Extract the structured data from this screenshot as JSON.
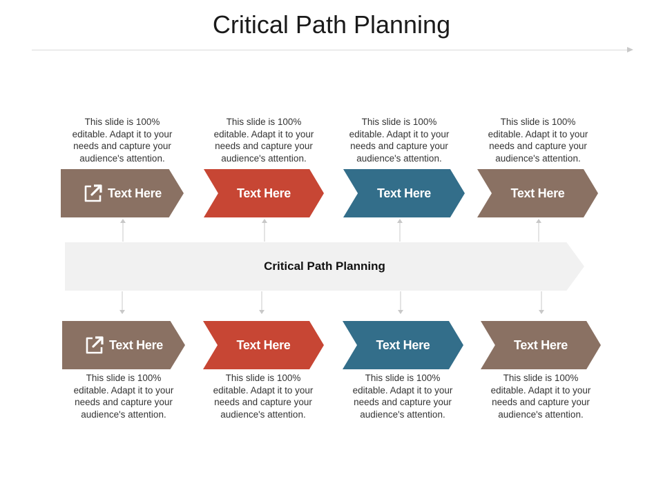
{
  "title": "Critical Path Planning",
  "center_label": "Critical Path Planning",
  "colors": {
    "brown": "#8a7163",
    "red": "#c74634",
    "blue": "#336e8a",
    "center_bar": "#f1f1f1",
    "connector": "#c8c8c8"
  },
  "top_row": [
    {
      "label": "Text Here",
      "color": "brown",
      "icon": "external-link-icon",
      "desc": [
        "This slide is 100%",
        "editable. Adapt it to your",
        "needs and capture your",
        "audience's attention."
      ]
    },
    {
      "label": "Text Here",
      "color": "red",
      "desc": [
        "This slide is 100%",
        "editable. Adapt it to your",
        "needs and capture your",
        "audience's attention."
      ]
    },
    {
      "label": "Text Here",
      "color": "blue",
      "desc": [
        "This slide is 100%",
        "editable. Adapt it to your",
        "needs and capture your",
        "audience's attention."
      ]
    },
    {
      "label": "Text Here",
      "color": "brown",
      "desc": [
        "This slide is 100%",
        "editable. Adapt it to your",
        "needs and capture your",
        "audience's attention."
      ]
    }
  ],
  "bottom_row": [
    {
      "label": "Text Here",
      "color": "brown",
      "icon": "external-link-icon",
      "desc": [
        "This slide is 100%",
        "editable. Adapt it to your",
        "needs and capture your",
        "audience's attention."
      ]
    },
    {
      "label": "Text Here",
      "color": "red",
      "desc": [
        "This slide is 100%",
        "editable. Adapt it to your",
        "needs and capture your",
        "audience's attention."
      ]
    },
    {
      "label": "Text Here",
      "color": "blue",
      "desc": [
        "This slide is 100%",
        "editable. Adapt it to your",
        "needs and capture your",
        "audience's attention."
      ]
    },
    {
      "label": "Text Here",
      "color": "brown",
      "desc": [
        "This slide is 100%",
        "editable. Adapt it to your",
        "needs and capture your",
        "audience's attention."
      ]
    }
  ]
}
